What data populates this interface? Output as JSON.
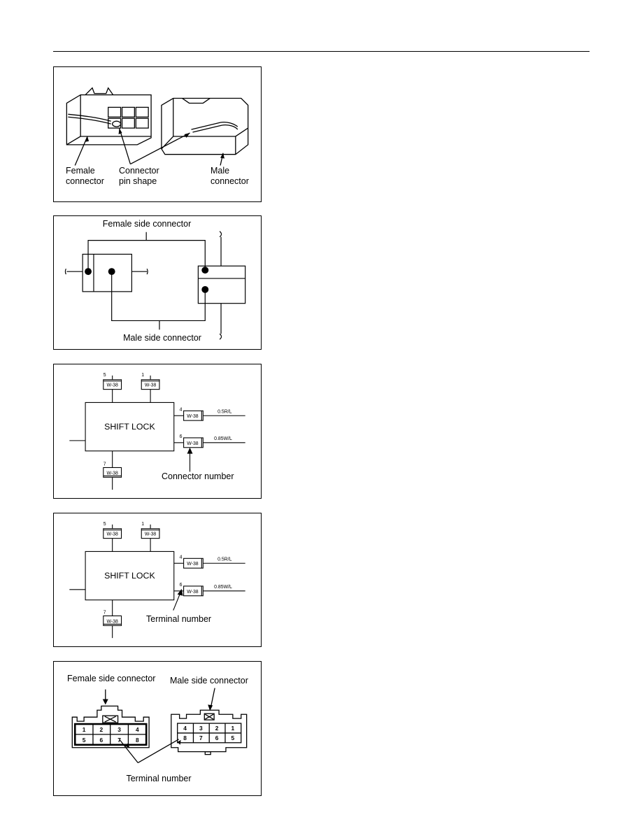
{
  "figure1": {
    "female_line1": "Female",
    "female_line2": "connector",
    "pin_line1": "Connector",
    "pin_line2": "pin shape",
    "male_line1": "Male",
    "male_line2": "connector"
  },
  "figure2": {
    "female_side": "Female side connector",
    "male_side": "Male side connector"
  },
  "figure3": {
    "unit": "SHIFT LOCK",
    "connector_code": "W-38",
    "pin_top_left": "5",
    "pin_top_right": "1",
    "pin_right_top": "4",
    "pin_right_bottom": "6",
    "pin_bottom": "7",
    "wire_top": "0.5R/L",
    "wire_bottom": "0.85W/L",
    "callout": "Connector number"
  },
  "figure4": {
    "unit": "SHIFT LOCK",
    "connector_code": "W-38",
    "pin_top_left": "5",
    "pin_top_right": "1",
    "pin_right_top": "4",
    "pin_right_bottom": "6",
    "pin_bottom": "7",
    "wire_top": "0.5R/L",
    "wire_bottom": "0.85W/L",
    "callout": "Terminal number"
  },
  "figure5": {
    "female_side": "Female side connector",
    "male_side": "Male side connector",
    "terminal": "Terminal number",
    "female_row1": [
      "1",
      "2",
      "3",
      "4"
    ],
    "female_row2": [
      "5",
      "6",
      "7",
      "8"
    ],
    "male_row1": [
      "4",
      "3",
      "2",
      "1"
    ],
    "male_row2": [
      "8",
      "7",
      "6",
      "5"
    ]
  }
}
